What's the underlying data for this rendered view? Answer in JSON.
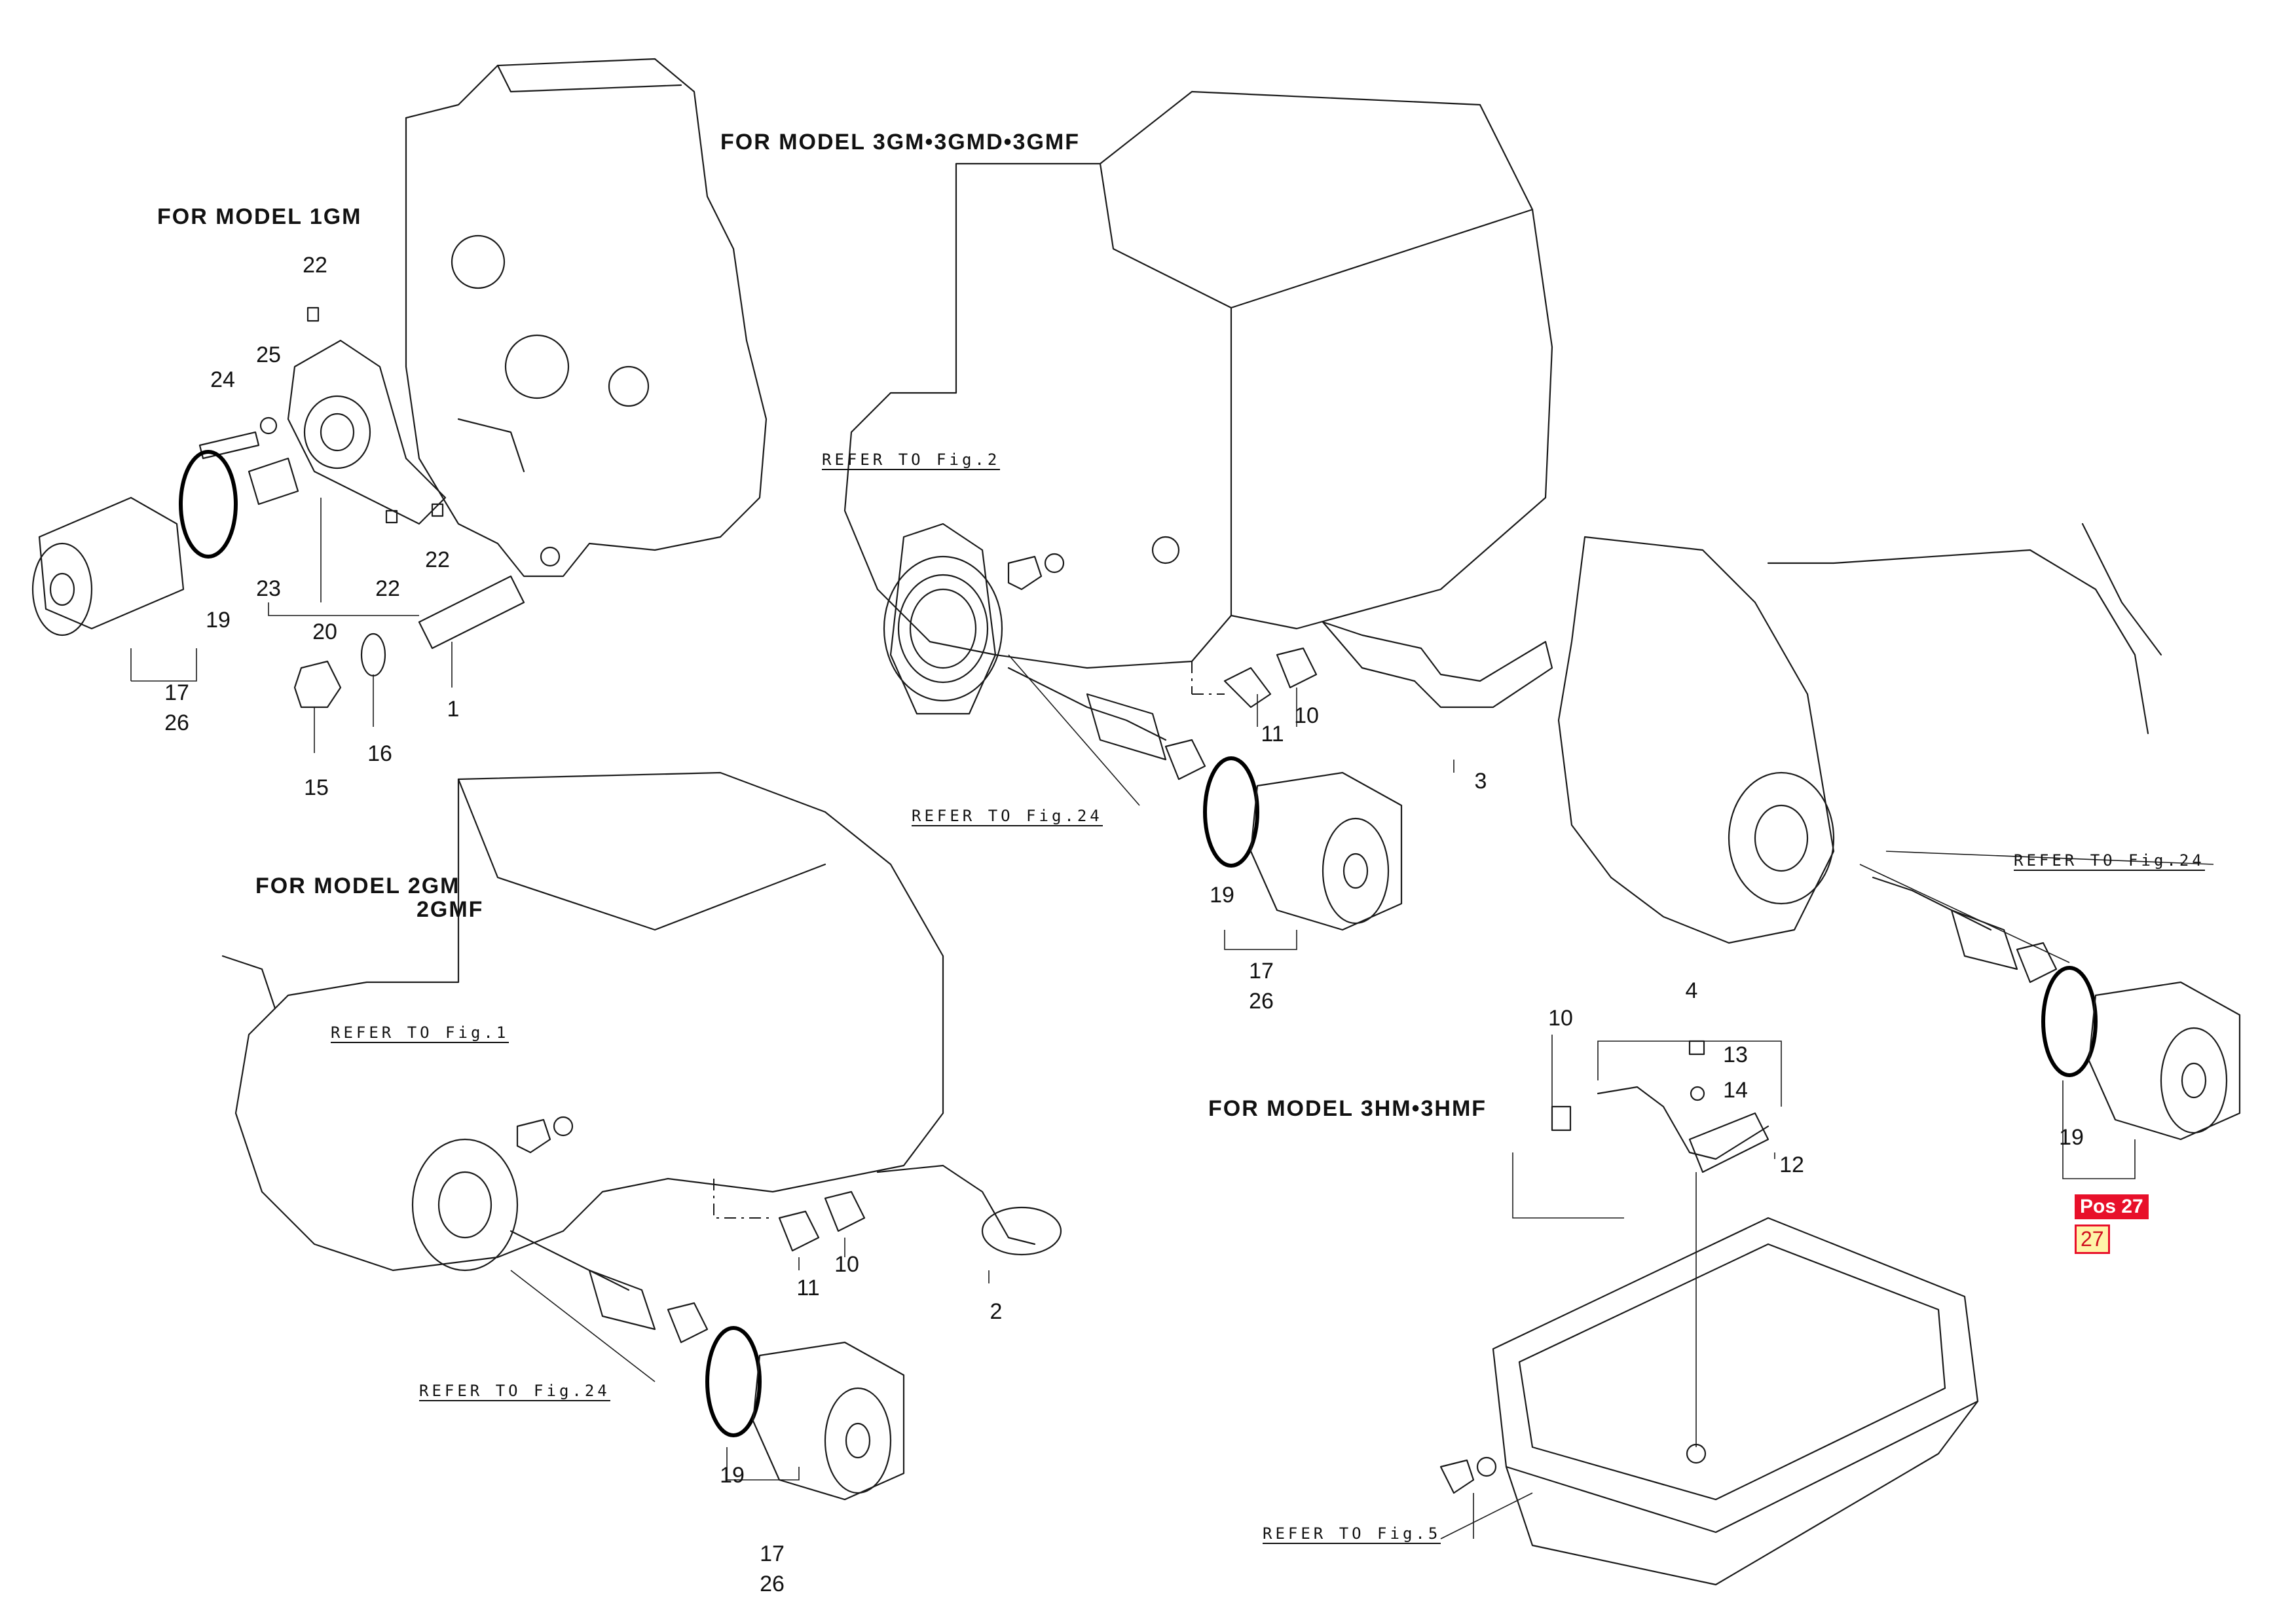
{
  "titles": {
    "model_1gm": "FOR MODEL 1GM",
    "model_3gm": "FOR MODEL 3GM•3GMD•3GMF",
    "model_2gm_line1": "FOR MODEL 2GM",
    "model_2gm_line2": "2GMF",
    "model_3hm": "FOR MODEL 3HM•3HMF"
  },
  "references": {
    "fig2": "REFER TO Fig.2",
    "fig24_center": "REFER TO Fig.24",
    "fig24_right": "REFER TO Fig.24",
    "fig1": "REFER TO Fig.1",
    "fig24_bottom": "REFER TO Fig.24",
    "fig5": "REFER TO Fig.5"
  },
  "part_numbers": {
    "gm1": [
      "22",
      "25",
      "24",
      "22",
      "23",
      "22",
      "20",
      "19",
      "17",
      "26",
      "15",
      "16",
      "1"
    ],
    "gm3": [
      "11",
      "10",
      "3",
      "19",
      "17",
      "26"
    ],
    "gm2": [
      "11",
      "10",
      "2",
      "19",
      "17",
      "26"
    ],
    "hm3": [
      "4",
      "10",
      "13",
      "14",
      "12",
      "19"
    ]
  },
  "highlight": {
    "badge": "Pos 27",
    "value": "27"
  }
}
